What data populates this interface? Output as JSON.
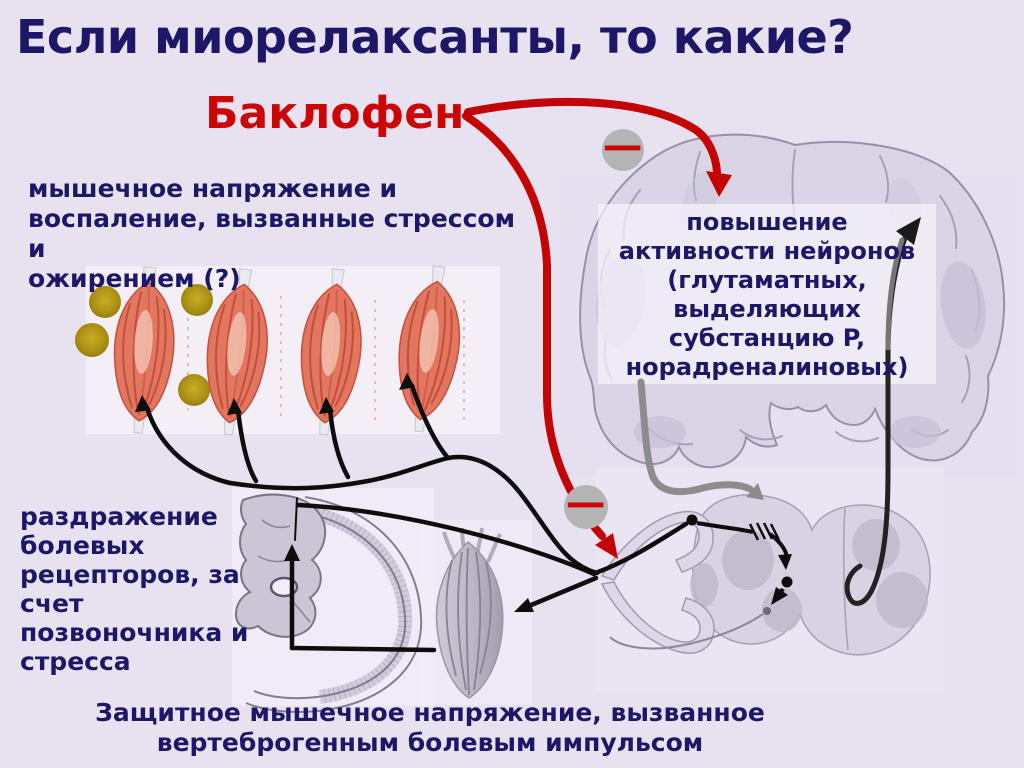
{
  "colors": {
    "background": "#e8e1f0",
    "text_navy": "#1d1768",
    "accent_red": "#c40404",
    "minus_circle_gray": "#b4b4b4",
    "muscle_red": "#e2765f",
    "marker_yellow": "#b69a18",
    "illustration_gray": "#d9d2e2"
  },
  "slide": {
    "title": "Если миорелаксанты, то какие?",
    "drug": "Баклофен",
    "stress_label": "мышечное напряжение и\nвоспаление, вызванные стрессом и\nожирением (?)",
    "neuron_box": "повышение\nактивности нейронов\n(глутаматных,\nвыделяющих\nсубстанцию P,\nнорадреналиновых)",
    "pain_label": "раздражение\nболевых\nрецепторов, за\nсчет\nпозвоночника и\nстресса",
    "bottom_caption": "Защитное мышечное напряжение, вызванное\nвертеброгенным болевым импульсом",
    "minus_glyph": "−"
  }
}
